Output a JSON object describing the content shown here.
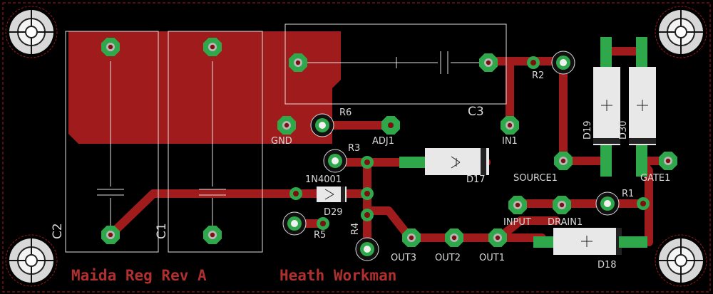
{
  "colors": {
    "background": "#000000",
    "copper": "#a01c1c",
    "pad": "#2ea84a",
    "hole": "#ffffff",
    "outline": "#ffffff",
    "board_edge": "#b01818",
    "label": "#d8d8d8"
  },
  "silkscreen": {
    "project": "Maida Reg Rev A",
    "author": "Heath Workman"
  },
  "labels": {
    "c1": "C1",
    "c2": "C2",
    "c3": "C3",
    "r1": "R1",
    "r2": "R2",
    "r3": "R3",
    "r4": "R4",
    "r5": "R5",
    "r6": "R6",
    "d17": "D17",
    "d18": "D18",
    "d19": "D19",
    "d29": "D29",
    "d30": "D30",
    "diode_type": "1N4001",
    "gnd": "GND",
    "adj1": "ADJ1",
    "in1": "IN1",
    "source1": "SOURCE1",
    "gate1": "GATE1",
    "input": "INPUT",
    "drain1": "DRAIN1",
    "out1": "OUT1",
    "out2": "OUT2",
    "out3": "OUT3"
  }
}
